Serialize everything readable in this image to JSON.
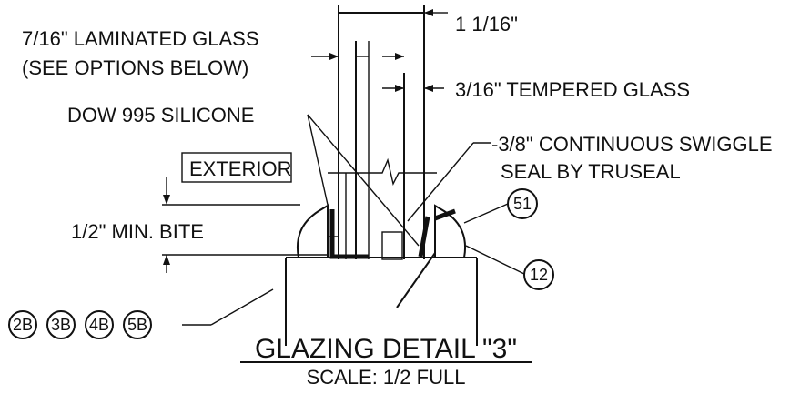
{
  "labels": {
    "overall_dim": "1 1/16\"",
    "laminated_line1": "7/16\" LAMINATED GLASS",
    "laminated_line2": "(SEE OPTIONS BELOW)",
    "tempered": "3/16\" TEMPERED GLASS",
    "silicone": "DOW 995 SILICONE",
    "swiggle_line1": "-3/8\" CONTINUOUS SWIGGLE",
    "swiggle_line2": "SEAL BY TRUSEAL",
    "exterior": "EXTERIOR",
    "bite": "1/2\"  MIN. BITE"
  },
  "callouts": {
    "c51": "51",
    "c12": "12",
    "c2b": "2B",
    "c3b": "3B",
    "c4b": "4B",
    "c5b": "5B"
  },
  "title": {
    "main": "GLAZING  DETAIL  \"3\"",
    "scale": "SCALE:  1/2  FULL"
  }
}
